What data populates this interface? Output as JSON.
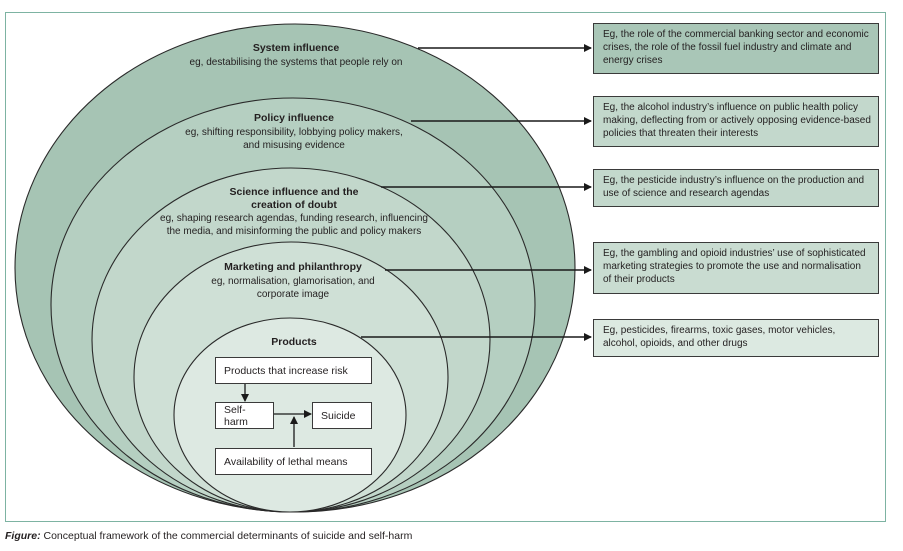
{
  "figure": {
    "caption_lead": "Figure:",
    "caption_text": " Conceptual framework of the commercial determinants of suicide and self-harm"
  },
  "colors": {
    "ring_system": "#a6c4b4",
    "ring_policy": "#b5cfc1",
    "ring_science": "#c2d7cb",
    "ring_marketing": "#cfe0d6",
    "ring_products": "#dde9e2",
    "box_system": "#a9c6b7",
    "box_policy": "#c3d8cc",
    "box_science": "#c3d8cc",
    "box_marketing": "#c9dcd1",
    "box_products": "#dce9e1",
    "frame_border": "#7db3a2"
  },
  "rings": [
    {
      "id": "system",
      "title": "System influence",
      "desc": [
        "eg, destabilising the systems that people rely on"
      ]
    },
    {
      "id": "policy",
      "title": "Policy influence",
      "desc": [
        "eg, shifting responsibility, lobbying policy makers,",
        "and misusing evidence"
      ]
    },
    {
      "id": "science",
      "title_lines": [
        "Science influence and the",
        "creation of doubt"
      ],
      "desc": [
        "eg, shaping research agendas, funding research, influencing",
        "the media, and misinforming the public and policy makers"
      ]
    },
    {
      "id": "marketing",
      "title": "Marketing and philanthropy",
      "desc": [
        "eg, normalisation, glamorisation, and",
        "corporate image"
      ]
    },
    {
      "id": "products",
      "title": "Products"
    }
  ],
  "example_boxes": [
    "Eg, the role of the commercial banking sector and economic crises, the role of the fossil fuel industry and climate and energy crises",
    "Eg, the alcohol industry’s influence on public health policy making, deflecting from or actively opposing evidence-based policies that threaten their interests",
    "Eg, the pesticide industry’s influence on the production and use of science and research agendas",
    "Eg, the gambling and opioid industries’ use of sophisticated marketing strategies to promote the use and normalisation of their products",
    "Eg, pesticides, firearms, toxic gases, motor vehicles, alcohol, opioids, and other drugs"
  ],
  "flow": {
    "products_risk": "Products that increase risk",
    "self_harm": "Self-harm",
    "suicide": "Suicide",
    "lethal_means": "Availability of lethal means"
  }
}
